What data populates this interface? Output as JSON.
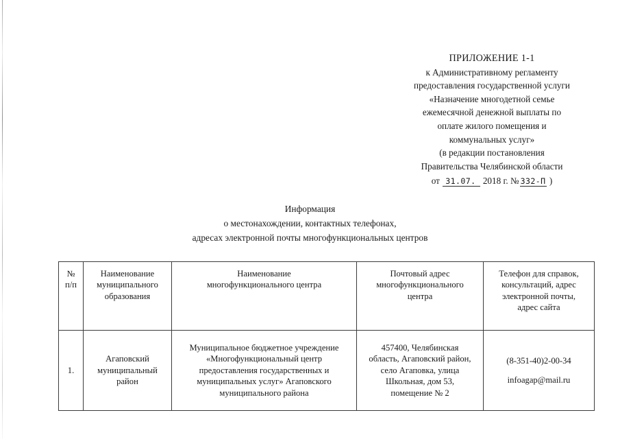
{
  "header": {
    "lines": [
      "ПРИЛОЖЕНИЕ 1-1",
      "к Административному регламенту",
      "предоставления государственной услуги",
      "«Назначение многодетной семье",
      "ежемесячной денежной выплаты по",
      "оплате жилого помещения и",
      "коммунальных услуг»",
      "(в редакции постановления",
      "Правительства Челябинской области"
    ],
    "date_line": {
      "prefix": "от",
      "date_value": "31.07.",
      "year_text": "2018 г. №",
      "number_value": "332-П",
      "suffix": ")"
    }
  },
  "title": {
    "line1": "Информация",
    "line2": "о местонахождении, контактных телефонах,",
    "line3": "адресах электронной почты многофункциональных центров"
  },
  "table": {
    "headers": {
      "num_line1": "№",
      "num_line2": "п/п",
      "muni_line1": "Наименование",
      "muni_line2": "муниципального",
      "muni_line3": "образования",
      "name_line1": "Наименование",
      "name_line2": "многофункционального центра",
      "addr_line1": "Почтовый адрес",
      "addr_line2": "многофункционального",
      "addr_line3": "центра",
      "phone_line1": "Телефон для справок,",
      "phone_line2": "консультаций, адрес",
      "phone_line3": "электронной почты,",
      "phone_line4": "адрес сайта"
    },
    "rows": [
      {
        "num": "1.",
        "muni_line1": "Агаповский",
        "muni_line2": "муниципальный",
        "muni_line3": "район",
        "name_line1": "Муниципальное бюджетное учреждение",
        "name_line2": "«Многофункциональный центр",
        "name_line3": "предоставления государственных и",
        "name_line4": "муниципальных услуг» Агаповского",
        "name_line5": "муниципального района",
        "addr_line1": "457400, Челябинская",
        "addr_line2": "область, Агаповский район,",
        "addr_line3": "село Агаповка, улица",
        "addr_line4": "Школьная, дом 53,",
        "addr_line5": "помещение № 2",
        "phone": "(8-351-40)2-00-34",
        "email": "infoagap@mail.ru"
      }
    ]
  }
}
